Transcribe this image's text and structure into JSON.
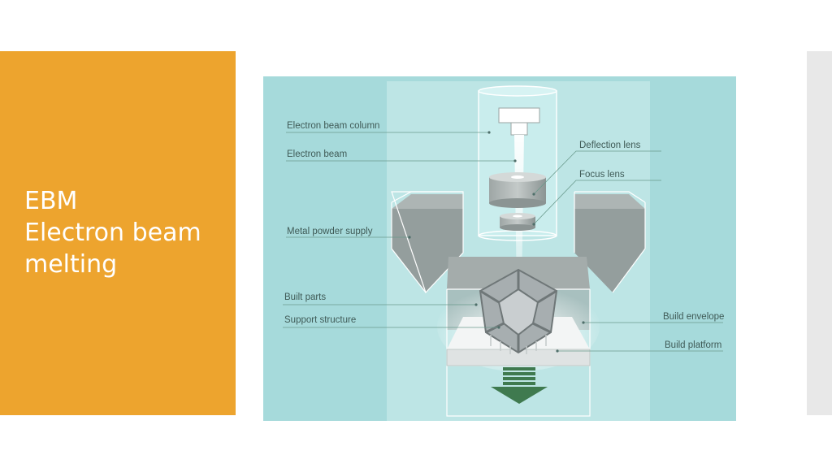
{
  "slide": {
    "title_line1": "EBM",
    "title_line2": "Electron beam",
    "title_line3": "melting"
  },
  "diagram": {
    "labels": {
      "electron_beam_column": "Electron beam column",
      "electron_beam": "Electron beam",
      "deflection_lens": "Deflection lens",
      "focus_lens": "Focus lens",
      "metal_powder_supply": "Metal powder supply",
      "built_parts": "Built parts",
      "support_structure": "Support structure",
      "build_envelope": "Build envelope",
      "build_platform": "Build platform"
    }
  },
  "colors": {
    "accent_orange": "#eda42e",
    "side_strip_gray": "#e8e8e8",
    "diagram_bg": "#a6dadb",
    "diagram_inner": "#bde5e5",
    "powder": "#8f9998",
    "arrow_green": "#3f7a4f",
    "label_text": "#3f5a56",
    "leader_line": "#6a9a8c"
  }
}
